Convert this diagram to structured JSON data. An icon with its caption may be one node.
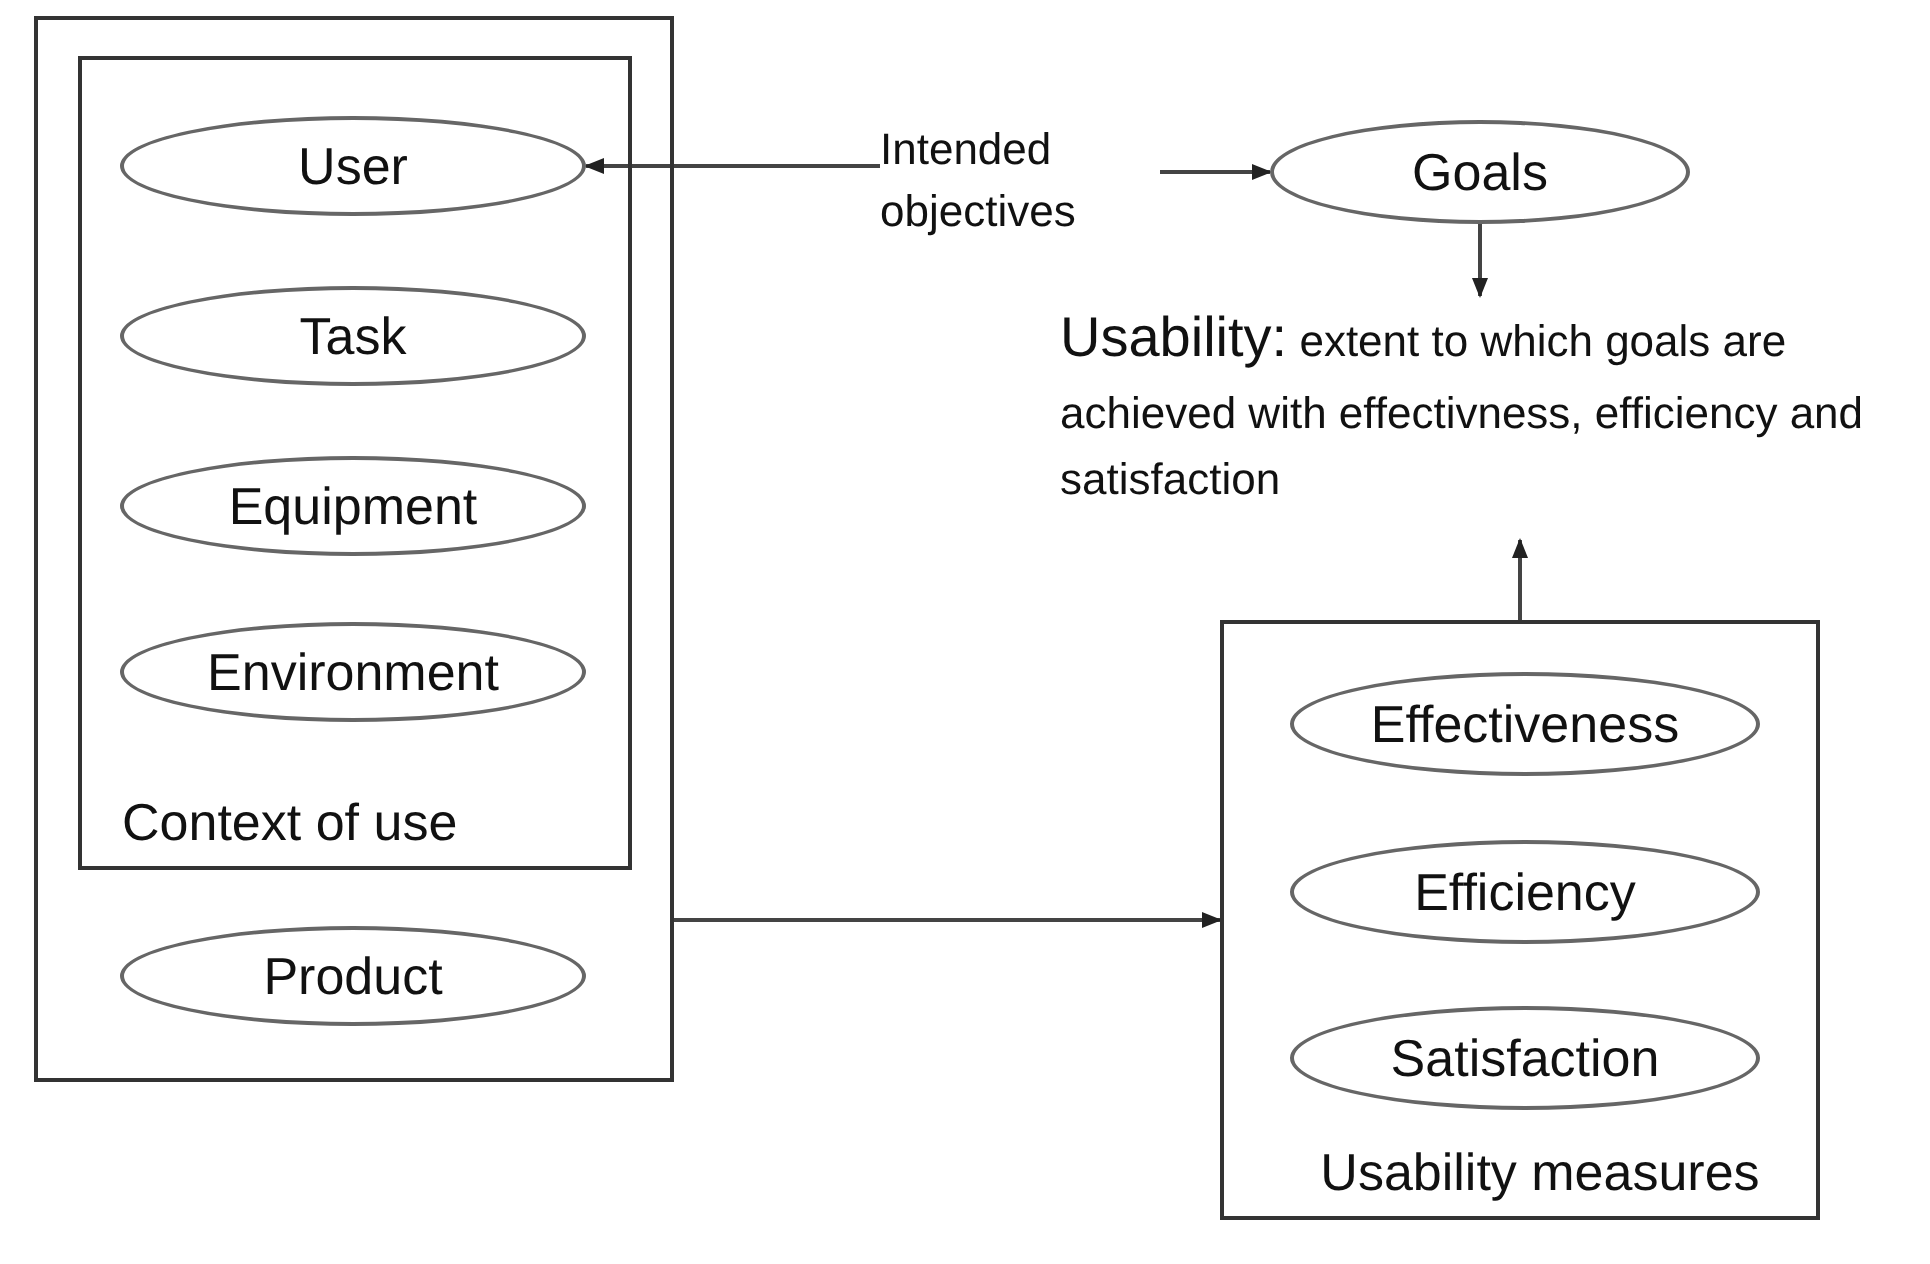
{
  "diagram": {
    "nodes": [
      {
        "text": [],
        "shape": "box"
      },
      {
        "text": [
          "Context of use"
        ],
        "in": 0
      },
      {
        "text": [
          "User"
        ],
        "in": 1
      },
      {
        "text": [
          "Task"
        ],
        "in": 1
      },
      {
        "text": [
          "Equipment"
        ],
        "in": 1
      },
      {
        "text": [
          "Environment"
        ],
        "in": 1
      },
      {
        "text": [
          "Product"
        ],
        "in": 0
      },
      {
        "text": [
          "Intended objectives"
        ]
      },
      {
        "text": [
          "Goals"
        ]
      },
      {
        "text": [
          "**Usability:** extent to which goals are achieved with effectivness, efficiency and satisfaction"
        ]
      },
      {
        "text": [
          "Usability measures"
        ]
      },
      {
        "text": [
          "Effectiveness"
        ],
        "in": 10
      },
      {
        "text": [
          "Efficiency"
        ],
        "in": 10
      },
      {
        "text": [
          "Satisfaction"
        ],
        "in": 10
      }
    ],
    "edges": [
      {
        "from": 7,
        "to": 2,
        "arrow": "to"
      },
      {
        "from": 7,
        "to": 8,
        "arrow": "to"
      },
      {
        "from": 8,
        "to": 9,
        "arrow": "to"
      },
      {
        "from": 10,
        "to": 9,
        "arrow": "to"
      },
      {
        "from": 0,
        "to": 10,
        "arrow": "to"
      }
    ]
  }
}
